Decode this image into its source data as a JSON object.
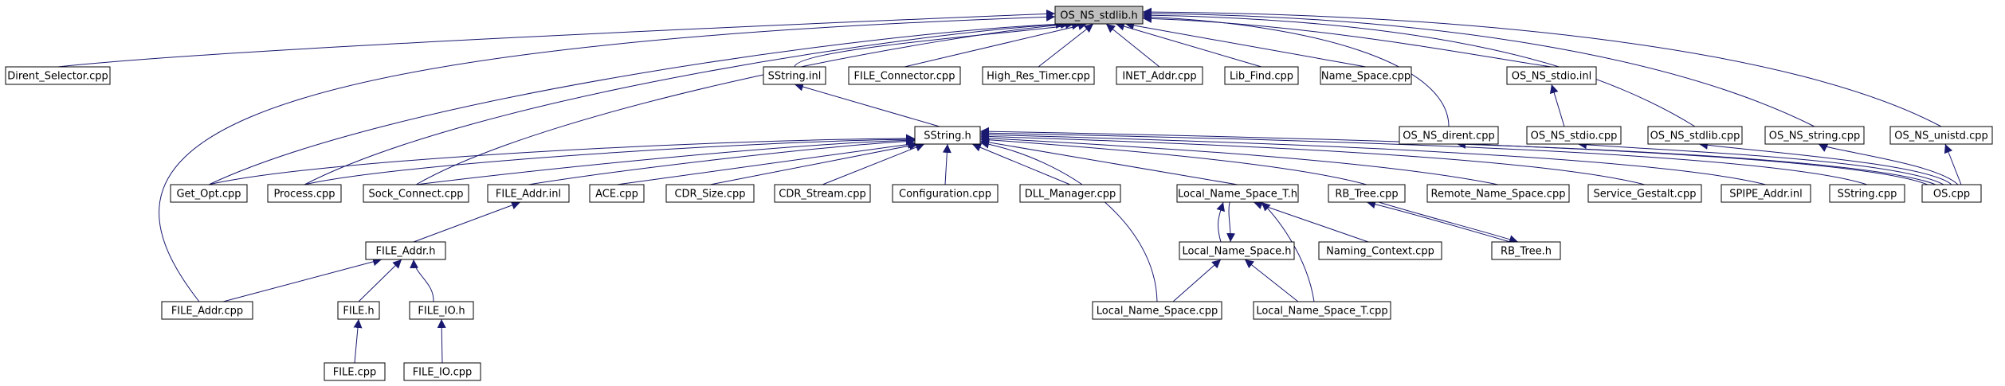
{
  "diagram": {
    "type": "include-dependency-graph",
    "edge_color": "#191970",
    "root_fill": "#bfbfbf",
    "nodes": [
      {
        "id": "os_ns_stdlib_h",
        "label": "OS_NS_stdlib.h",
        "root": true
      },
      {
        "id": "dirent_selector_cpp",
        "label": "Dirent_Selector.cpp"
      },
      {
        "id": "sstring_inl",
        "label": "SString.inl"
      },
      {
        "id": "file_connector_cpp",
        "label": "FILE_Connector.cpp"
      },
      {
        "id": "high_res_timer_cpp",
        "label": "High_Res_Timer.cpp"
      },
      {
        "id": "inet_addr_cpp",
        "label": "INET_Addr.cpp"
      },
      {
        "id": "lib_find_cpp",
        "label": "Lib_Find.cpp"
      },
      {
        "id": "name_space_cpp",
        "label": "Name_Space.cpp"
      },
      {
        "id": "os_ns_stdio_inl",
        "label": "OS_NS_stdio.inl"
      },
      {
        "id": "sstring_h",
        "label": "SString.h"
      },
      {
        "id": "os_ns_dirent_cpp",
        "label": "OS_NS_dirent.cpp"
      },
      {
        "id": "os_ns_stdio_cpp",
        "label": "OS_NS_stdio.cpp"
      },
      {
        "id": "os_ns_stdlib_cpp",
        "label": "OS_NS_stdlib.cpp"
      },
      {
        "id": "os_ns_string_cpp",
        "label": "OS_NS_string.cpp"
      },
      {
        "id": "os_ns_unistd_cpp",
        "label": "OS_NS_unistd.cpp"
      },
      {
        "id": "get_opt_cpp",
        "label": "Get_Opt.cpp"
      },
      {
        "id": "process_cpp",
        "label": "Process.cpp"
      },
      {
        "id": "sock_connect_cpp",
        "label": "Sock_Connect.cpp"
      },
      {
        "id": "file_addr_inl",
        "label": "FILE_Addr.inl"
      },
      {
        "id": "ace_cpp",
        "label": "ACE.cpp"
      },
      {
        "id": "cdr_size_cpp",
        "label": "CDR_Size.cpp"
      },
      {
        "id": "cdr_stream_cpp",
        "label": "CDR_Stream.cpp"
      },
      {
        "id": "configuration_cpp",
        "label": "Configuration.cpp"
      },
      {
        "id": "dll_manager_cpp",
        "label": "DLL_Manager.cpp"
      },
      {
        "id": "local_name_space_t_h",
        "label": "Local_Name_Space_T.h"
      },
      {
        "id": "rb_tree_cpp",
        "label": "RB_Tree.cpp"
      },
      {
        "id": "remote_name_space_cpp",
        "label": "Remote_Name_Space.cpp"
      },
      {
        "id": "service_gestalt_cpp",
        "label": "Service_Gestalt.cpp"
      },
      {
        "id": "spipe_addr_inl",
        "label": "SPIPE_Addr.inl"
      },
      {
        "id": "sstring_cpp",
        "label": "SString.cpp"
      },
      {
        "id": "os_cpp",
        "label": "OS.cpp"
      },
      {
        "id": "file_addr_h",
        "label": "FILE_Addr.h"
      },
      {
        "id": "local_name_space_h",
        "label": "Local_Name_Space.h"
      },
      {
        "id": "naming_context_cpp",
        "label": "Naming_Context.cpp"
      },
      {
        "id": "rb_tree_h",
        "label": "RB_Tree.h"
      },
      {
        "id": "file_addr_cpp",
        "label": "FILE_Addr.cpp"
      },
      {
        "id": "file_h",
        "label": "FILE.h"
      },
      {
        "id": "file_io_h",
        "label": "FILE_IO.h"
      },
      {
        "id": "local_name_space_cpp",
        "label": "Local_Name_Space.cpp"
      },
      {
        "id": "local_name_space_t_cpp",
        "label": "Local_Name_Space_T.cpp"
      },
      {
        "id": "file_cpp",
        "label": "FILE.cpp"
      },
      {
        "id": "file_io_cpp",
        "label": "FILE_IO.cpp"
      }
    ],
    "edges": [
      {
        "from": "dirent_selector_cpp",
        "to": "os_ns_stdlib_h"
      },
      {
        "from": "file_addr_cpp",
        "to": "os_ns_stdlib_h"
      },
      {
        "from": "get_opt_cpp",
        "to": "os_ns_stdlib_h"
      },
      {
        "from": "process_cpp",
        "to": "os_ns_stdlib_h"
      },
      {
        "from": "sock_connect_cpp",
        "to": "os_ns_stdlib_h"
      },
      {
        "from": "sstring_inl",
        "to": "os_ns_stdlib_h"
      },
      {
        "from": "file_connector_cpp",
        "to": "os_ns_stdlib_h"
      },
      {
        "from": "high_res_timer_cpp",
        "to": "os_ns_stdlib_h"
      },
      {
        "from": "inet_addr_cpp",
        "to": "os_ns_stdlib_h"
      },
      {
        "from": "lib_find_cpp",
        "to": "os_ns_stdlib_h"
      },
      {
        "from": "name_space_cpp",
        "to": "os_ns_stdlib_h"
      },
      {
        "from": "os_ns_stdio_inl",
        "to": "os_ns_stdlib_h"
      },
      {
        "from": "os_ns_dirent_cpp",
        "to": "os_ns_stdlib_h"
      },
      {
        "from": "os_ns_stdlib_cpp",
        "to": "os_ns_stdlib_h"
      },
      {
        "from": "os_ns_string_cpp",
        "to": "os_ns_stdlib_h"
      },
      {
        "from": "os_ns_unistd_cpp",
        "to": "os_ns_stdlib_h"
      },
      {
        "from": "sstring_h",
        "to": "sstring_inl"
      },
      {
        "from": "os_ns_stdio_cpp",
        "to": "os_ns_stdio_inl"
      },
      {
        "from": "get_opt_cpp",
        "to": "sstring_h"
      },
      {
        "from": "process_cpp",
        "to": "sstring_h"
      },
      {
        "from": "sock_connect_cpp",
        "to": "sstring_h"
      },
      {
        "from": "file_addr_inl",
        "to": "sstring_h"
      },
      {
        "from": "ace_cpp",
        "to": "sstring_h"
      },
      {
        "from": "cdr_size_cpp",
        "to": "sstring_h"
      },
      {
        "from": "cdr_stream_cpp",
        "to": "sstring_h"
      },
      {
        "from": "configuration_cpp",
        "to": "sstring_h"
      },
      {
        "from": "dll_manager_cpp",
        "to": "sstring_h"
      },
      {
        "from": "local_name_space_t_h",
        "to": "sstring_h"
      },
      {
        "from": "local_name_space_cpp",
        "to": "sstring_h"
      },
      {
        "from": "rb_tree_cpp",
        "to": "sstring_h"
      },
      {
        "from": "remote_name_space_cpp",
        "to": "sstring_h"
      },
      {
        "from": "service_gestalt_cpp",
        "to": "sstring_h"
      },
      {
        "from": "spipe_addr_inl",
        "to": "sstring_h"
      },
      {
        "from": "sstring_cpp",
        "to": "sstring_h"
      },
      {
        "from": "os_cpp",
        "to": "sstring_h"
      },
      {
        "from": "os_cpp",
        "to": "os_ns_dirent_cpp"
      },
      {
        "from": "os_cpp",
        "to": "os_ns_stdio_cpp"
      },
      {
        "from": "os_cpp",
        "to": "os_ns_stdlib_cpp"
      },
      {
        "from": "os_cpp",
        "to": "os_ns_string_cpp"
      },
      {
        "from": "os_cpp",
        "to": "os_ns_unistd_cpp"
      },
      {
        "from": "file_addr_h",
        "to": "file_addr_inl"
      },
      {
        "from": "file_addr_cpp",
        "to": "file_addr_h"
      },
      {
        "from": "file_h",
        "to": "file_addr_h"
      },
      {
        "from": "file_io_h",
        "to": "file_addr_h"
      },
      {
        "from": "file_cpp",
        "to": "file_h"
      },
      {
        "from": "file_io_cpp",
        "to": "file_io_h"
      },
      {
        "from": "local_name_space_h",
        "to": "local_name_space_t_h"
      },
      {
        "from": "local_name_space_t_h",
        "to": "local_name_space_h"
      },
      {
        "from": "naming_context_cpp",
        "to": "local_name_space_t_h"
      },
      {
        "from": "local_name_space_t_cpp",
        "to": "local_name_space_t_h"
      },
      {
        "from": "local_name_space_cpp",
        "to": "local_name_space_h"
      },
      {
        "from": "local_name_space_t_cpp",
        "to": "local_name_space_h"
      },
      {
        "from": "rb_tree_h",
        "to": "rb_tree_cpp"
      },
      {
        "from": "rb_tree_cpp",
        "to": "rb_tree_h"
      }
    ]
  }
}
